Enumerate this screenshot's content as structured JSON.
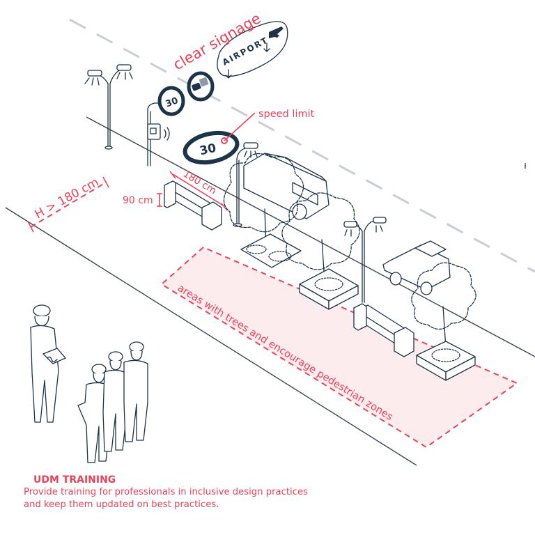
{
  "labels": {
    "clear_signage": "clear signage",
    "airport": "AIRPORT",
    "speed_limit": "speed limit",
    "sign_value": "30",
    "height": "H > 180 cm",
    "bench_length": "180 cm",
    "bench_height": "90 cm",
    "zones": "areas with trees and encourage pedestrian zones"
  },
  "caption": {
    "title": "UDM TRAINING",
    "line1": "Provide training for professionals in inclusive design practices",
    "line2": "and keep them updated on best practices."
  },
  "colors": {
    "accent": "#e8435a",
    "ink": "#1d3348",
    "zone_fill": "#fdecee"
  }
}
